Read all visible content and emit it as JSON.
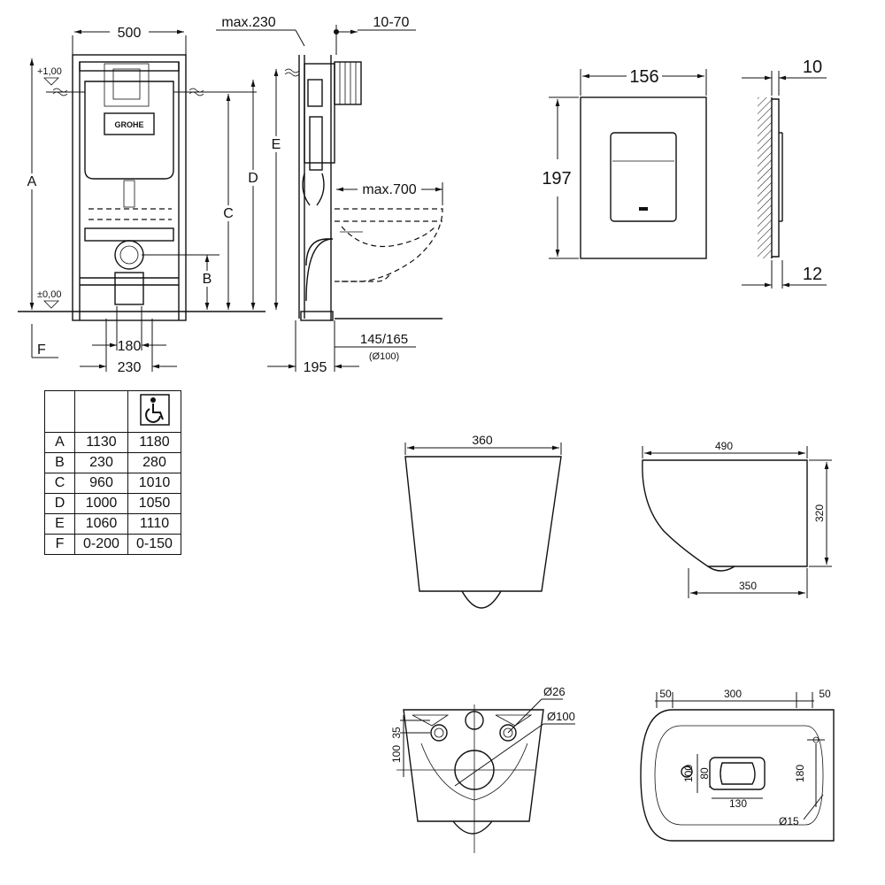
{
  "install_frame": {
    "frame_width": "500",
    "wall_offset": "max.230",
    "adjust_range": "10-70",
    "level_top": "+1,00",
    "level_zero": "±0,00",
    "labels": {
      "a": "A",
      "b": "B",
      "c": "C",
      "d": "D",
      "e": "E",
      "f": "F"
    },
    "bowl_projection": "max.700",
    "spacing_inner": "180",
    "spacing_outer": "230",
    "depth": "195",
    "drain_offset": "145/165",
    "drain_diameter": "(Ø100)",
    "brand": "GROHE"
  },
  "flush_plate": {
    "width": "156",
    "height": "197",
    "depth_top": "10",
    "depth_bottom": "12"
  },
  "dimension_table": {
    "header_icon": "wheelchair-icon",
    "rows": [
      [
        "A",
        "1130",
        "1180"
      ],
      [
        "B",
        "230",
        "280"
      ],
      [
        "C",
        "960",
        "1010"
      ],
      [
        "D",
        "1000",
        "1050"
      ],
      [
        "E",
        "1060",
        "1110"
      ],
      [
        "F",
        "0-200",
        "0-150"
      ]
    ]
  },
  "bowl_front": {
    "width": "360"
  },
  "bowl_side": {
    "length": "490",
    "height": "320",
    "base": "350"
  },
  "bowl_back": {
    "hole_diameter": "Ø26",
    "outlet_diameter": "Ø100",
    "offset_a": "35",
    "offset_b": "100"
  },
  "bowl_top": {
    "margin_left": "50",
    "span": "300",
    "margin_right": "50",
    "height_a": "100",
    "height_b": "80",
    "base_width": "130",
    "spacing": "180",
    "small_hole": "Ø15"
  }
}
